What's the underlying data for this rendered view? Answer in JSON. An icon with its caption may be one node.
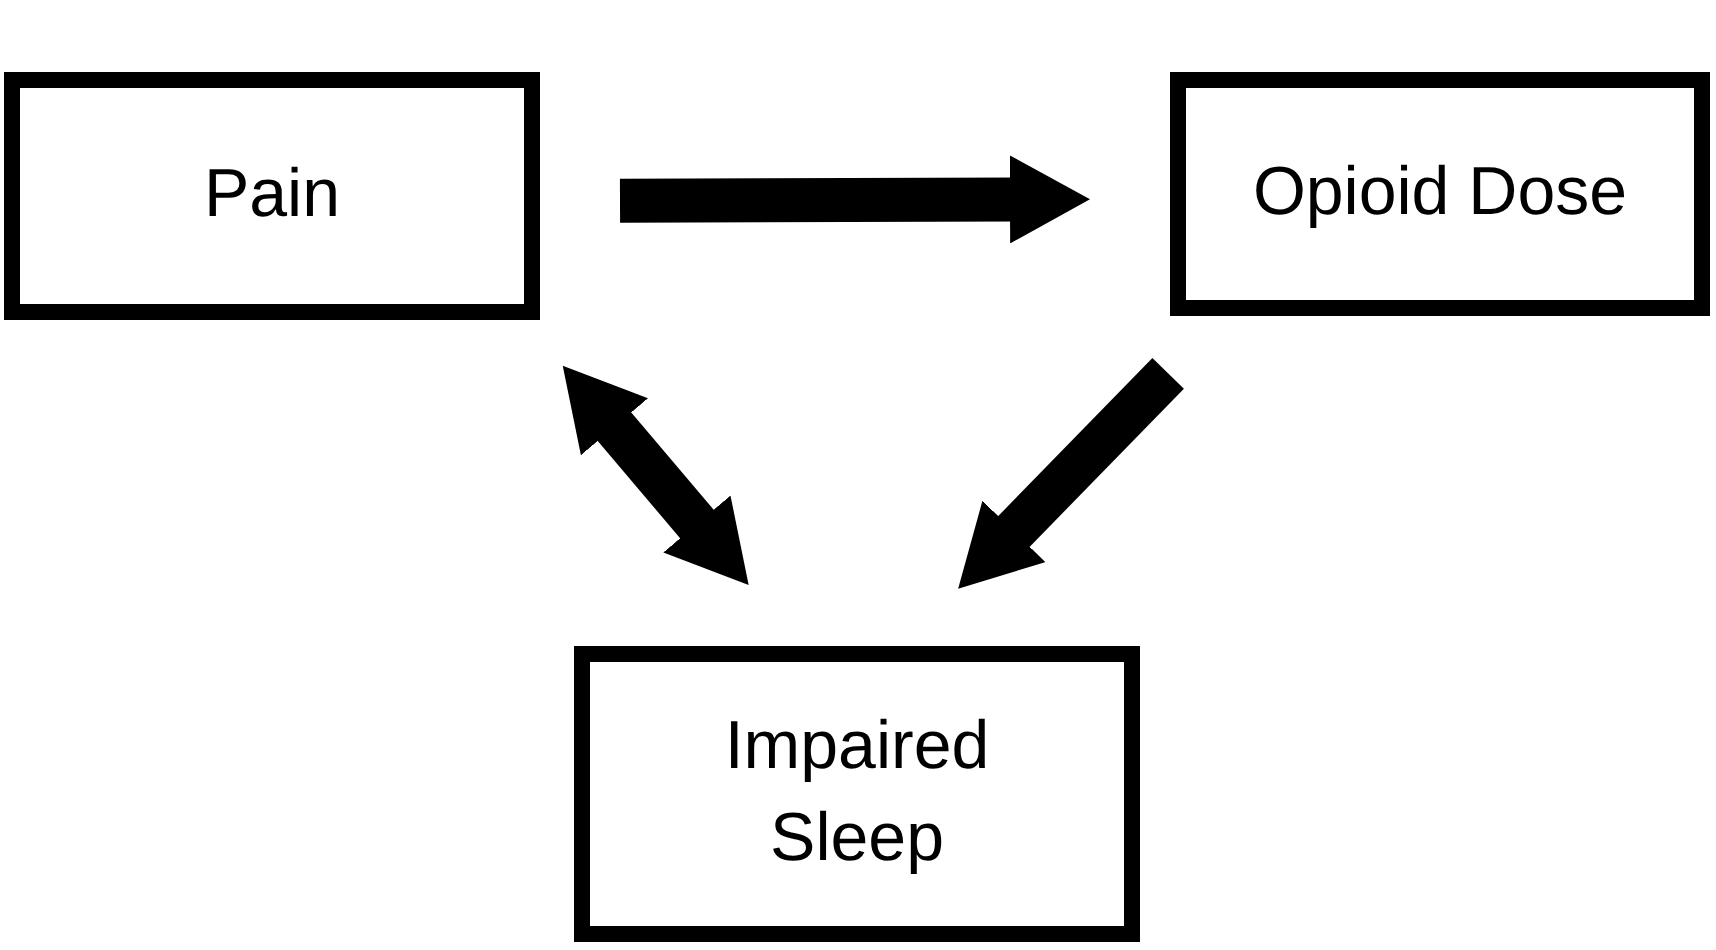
{
  "diagram": {
    "nodes": [
      {
        "text": [
          "Pain"
        ]
      },
      {
        "text": [
          "Opioid Dose"
        ]
      },
      {
        "text": [
          "Impaired Sleep"
        ]
      }
    ],
    "edges": [
      {
        "from": 0,
        "to": 1,
        "arrow": "to"
      },
      {
        "from": 1,
        "to": 2,
        "arrow": "to"
      },
      {
        "from": 0,
        "to": 2,
        "arrow": "both"
      }
    ]
  }
}
